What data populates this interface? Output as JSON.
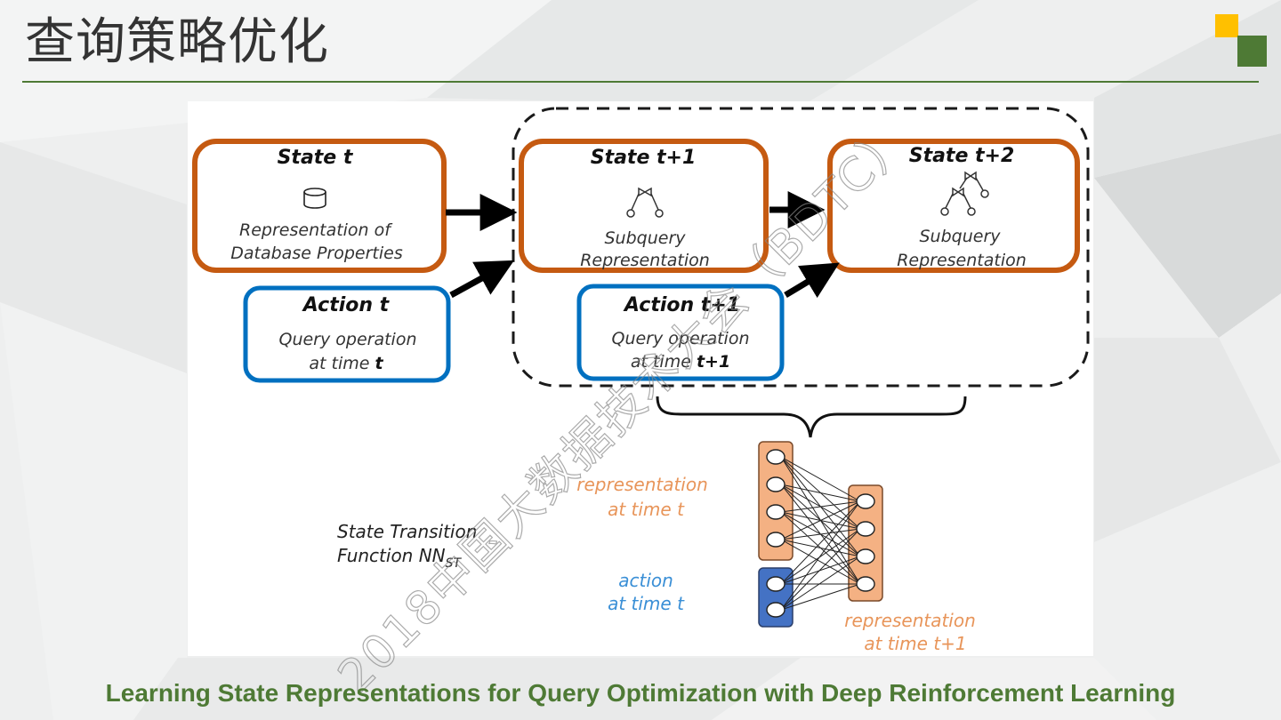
{
  "slide": {
    "title": "查询策略优化",
    "caption": "Learning State Representations for Query Optimization with Deep Reinforcement Learning",
    "watermark": "2018中国大数据技术大会（BDTC）",
    "colors": {
      "accent_green": "#4e7a35",
      "accent_yellow": "#ffc000",
      "state_border": "#c55a11",
      "action_border": "#0070c0",
      "rep_fill": "#f4b183",
      "action_fill": "#4472c4",
      "rep_text": "#e8955a",
      "action_text": "#3a8fd6"
    }
  },
  "diagram": {
    "state_t": {
      "title": "State t",
      "icon": "database-cylinder-icon",
      "line1": "Representation of",
      "line2": "Database Properties"
    },
    "action_t": {
      "title": "Action t",
      "line1": "Query operation",
      "line2_prefix": "at time ",
      "line2_bold": "t"
    },
    "state_t1": {
      "title": "State t+1",
      "icon": "join-tree-icon",
      "line1": "Subquery",
      "line2": "Representation"
    },
    "action_t1": {
      "title": "Action t+1",
      "line1": "Query operation",
      "line2_prefix": "at time ",
      "line2_bold": "t+1"
    },
    "state_t2": {
      "title": "State t+2",
      "icon": "join-tree-nested-icon",
      "line1": "Subquery",
      "line2": "Representation"
    },
    "nn": {
      "label_line1": "State Transition",
      "label_line2": "Function ",
      "label_math": "NN",
      "label_sub": "ST",
      "rep_in_line1": "representation",
      "rep_in_line2": "at time t",
      "action_line1": "action",
      "action_line2": "at time t",
      "rep_out_line1": "representation",
      "rep_out_line2": "at time t+1",
      "input_rep_nodes": 4,
      "input_action_nodes": 2,
      "output_nodes": 4
    }
  }
}
